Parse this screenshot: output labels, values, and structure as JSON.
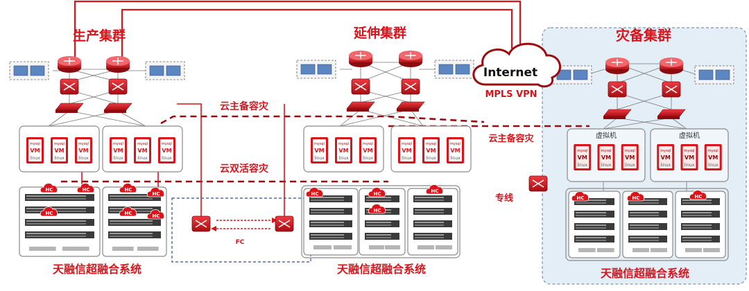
{
  "titles": {
    "production": "生产集群",
    "extended": "延伸集群",
    "backup": "灾备集群"
  },
  "internet": {
    "label": "Internet",
    "vpn": "MPLS VPN"
  },
  "links": {
    "cloud_backup_1": "云主备容灾",
    "cloud_backup_2": "云主备容灾",
    "active_active": "云双活容灾",
    "private_line": "专线",
    "fc_label": "FC"
  },
  "vm": {
    "mysql": "mysql",
    "vm": "VM",
    "linux": "linux",
    "virtual_machine": "虚拟机"
  },
  "hc": "HC",
  "systems": {
    "left": "天融信超融合系统",
    "mid": "天融信超融合系统",
    "right": "天融信超融合系统"
  },
  "colors": {
    "accent_red": "#d9141b",
    "dark_red": "#9b0c10",
    "backup_bg": "#e4eef7",
    "dash_blue": "#2e4f8f"
  }
}
